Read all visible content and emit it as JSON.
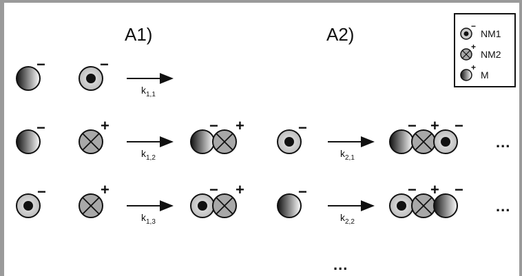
{
  "titles": {
    "a1": "A1)",
    "a2": "A2)"
  },
  "rates": {
    "k11": {
      "base": "k",
      "sub": "1,1"
    },
    "k12": {
      "base": "k",
      "sub": "1,2"
    },
    "k13": {
      "base": "k",
      "sub": "1,3"
    },
    "k21": {
      "base": "k",
      "sub": "2,1"
    },
    "k22": {
      "base": "k",
      "sub": "2,2"
    }
  },
  "charges": {
    "neg": "−",
    "pos": "+"
  },
  "ellipsis": "...",
  "legend": {
    "nm1": "NM1",
    "nm2": "NM2",
    "m": "M"
  },
  "colors": {
    "grad_dark": "#111111",
    "grad_light": "#ffffff",
    "nm1_ring": "#d8d8d8",
    "nm2_fill": "#a8a8a8",
    "border": "#9a9a9a"
  }
}
